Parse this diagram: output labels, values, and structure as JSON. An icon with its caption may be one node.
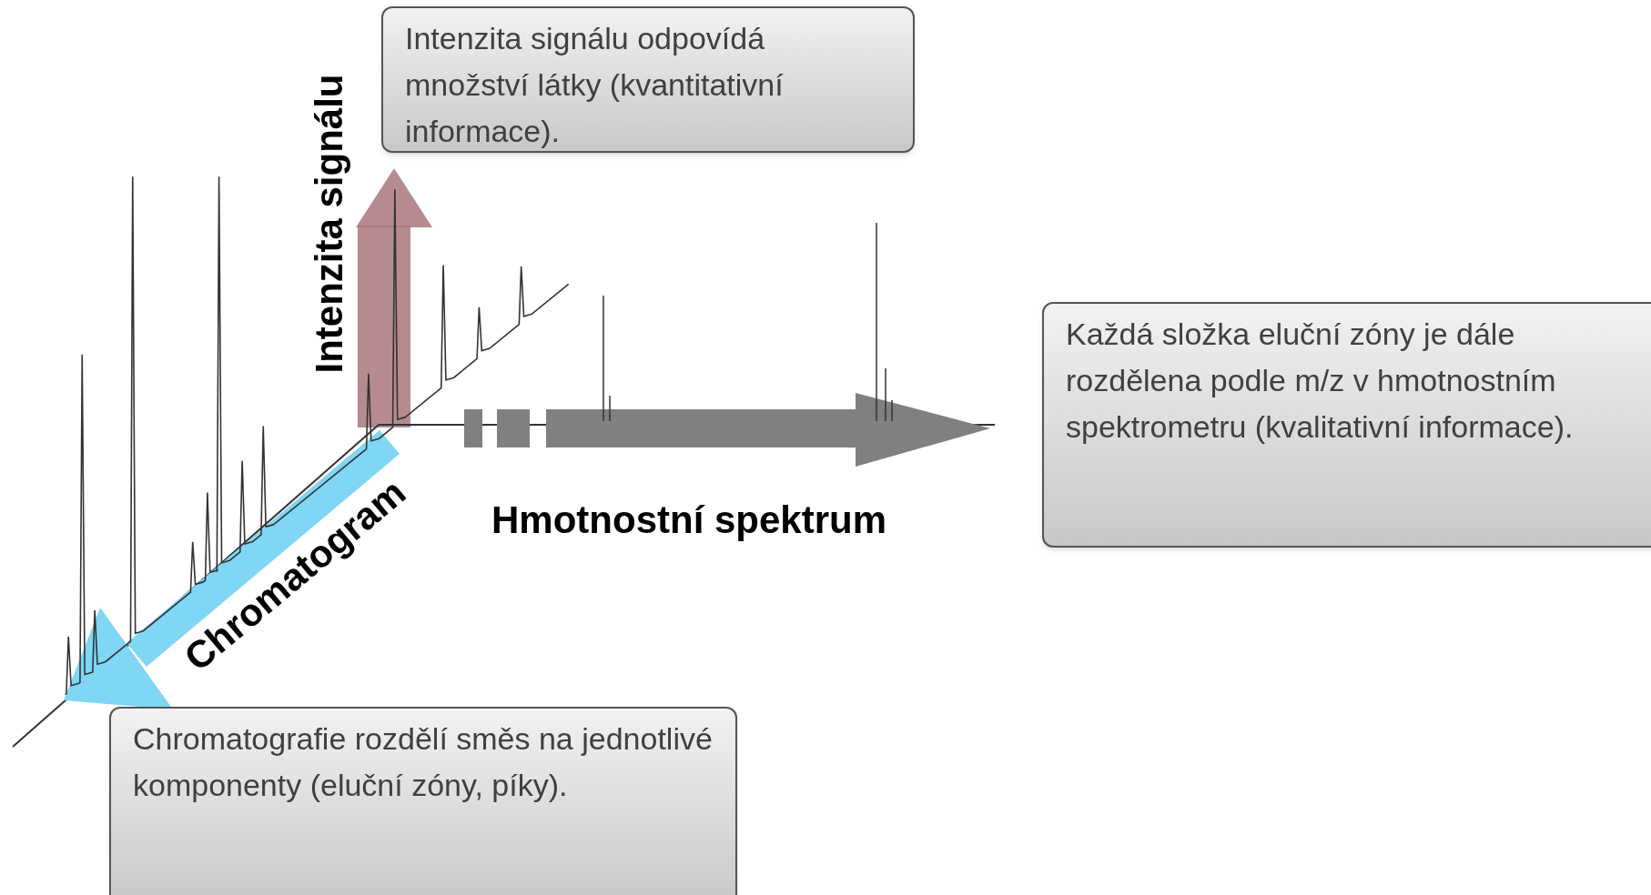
{
  "diagram": {
    "nodes": [
      {
        "text": [
          "Intenzita signálu odpovídá množství látky (kvantitativní informace)."
        ]
      },
      {
        "text": [
          "Každá složka eluční zóny je dále rozdělena podle m/z v hmotnostním spektrometru (kvalitativní informace)."
        ]
      },
      {
        "text": [
          "Chromatografie rozdělí směs na jednotlivé komponenty (eluční zóny, píky)."
        ]
      }
    ],
    "labels": [
      "Intenzita signálu",
      "Hmotnostní spektrum",
      "Chromatogram"
    ]
  }
}
